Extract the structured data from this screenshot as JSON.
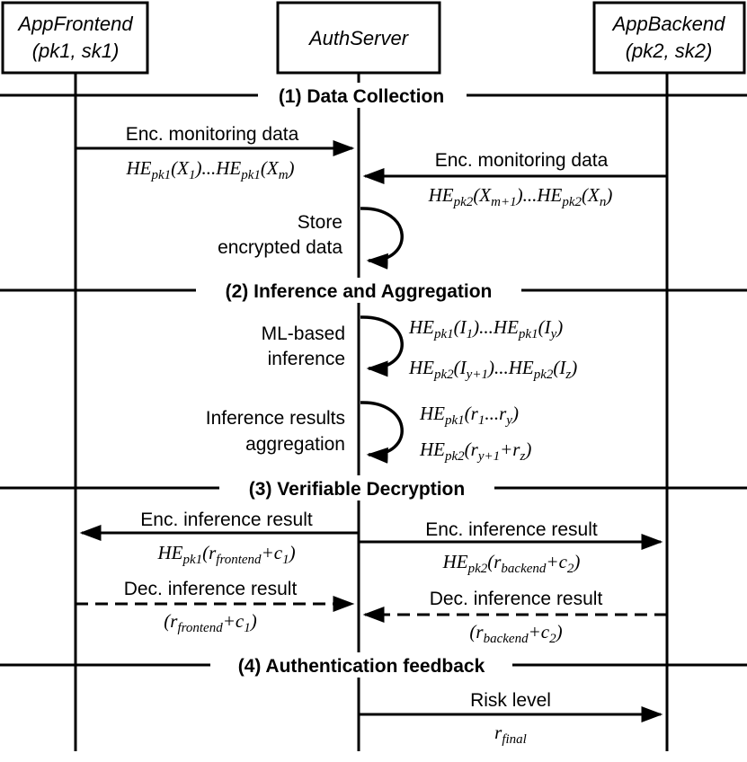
{
  "participants": {
    "frontend": {
      "name": "AppFrontend",
      "keys": "(pk1, sk1)"
    },
    "server": {
      "name": "AuthServer"
    },
    "backend": {
      "name": "AppBackend",
      "keys": "(pk2, sk2)"
    }
  },
  "phases": [
    {
      "label": "(1) Data Collection"
    },
    {
      "label": "(2) Inference and Aggregation"
    },
    {
      "label": "(3) Verifiable Decryption"
    },
    {
      "label": "(4) Authentication feedback"
    }
  ],
  "messages": {
    "m1": {
      "label": "Enc. monitoring data"
    },
    "m2": {
      "label": "Enc. monitoring data"
    },
    "store": {
      "line1": "Store",
      "line2": "encrypted data"
    },
    "ml": {
      "line1": "ML-based",
      "line2": "inference"
    },
    "agg": {
      "line1": "Inference results",
      "line2": "aggregation"
    },
    "m3": {
      "label": "Enc. inference result"
    },
    "m4": {
      "label": "Enc. inference result"
    },
    "m5": {
      "label": "Dec. inference result"
    },
    "m6": {
      "label": "Dec. inference result"
    },
    "m7": {
      "label": "Risk level"
    }
  },
  "formulas": {
    "f1": {
      "a": "HE",
      "b": "pk1",
      "c": "(X",
      "d": "1",
      "e": ")...HE",
      "f": "pk1",
      "g": "(X",
      "h": "m",
      "i": ")"
    },
    "f2": {
      "a": "HE",
      "b": "pk2",
      "c": "(X",
      "d": "m+1",
      "e": ")...HE",
      "f": "pk2",
      "g": "(X",
      "h": "n",
      "i": ")"
    },
    "f3": {
      "a": "HE",
      "b": "pk1",
      "c": "(I",
      "d": "1",
      "e": ")...HE",
      "f": "pk1",
      "g": "(I",
      "h": "y",
      "i": ")"
    },
    "f4": {
      "a": "HE",
      "b": "pk2",
      "c": "(I",
      "d": "y+1",
      "e": ")...HE",
      "f": "pk2",
      "g": "(I",
      "h": "z",
      "i": ")"
    },
    "f5": {
      "a": "HE",
      "b": "pk1",
      "c": "(r",
      "d": "1",
      "e": "...r",
      "f": "y",
      "g": ")"
    },
    "f6": {
      "a": "HE",
      "b": "pk2",
      "c": "(r",
      "d": "y+1",
      "e": "+r",
      "f": "z",
      "g": ")"
    },
    "f7": {
      "a": "HE",
      "b": "pk1",
      "c": "(r",
      "d": "frontend",
      "e": "+c",
      "f": "1",
      "g": ")"
    },
    "f8": {
      "a": "HE",
      "b": "pk2",
      "c": "(r",
      "d": "backend",
      "e": "+c",
      "f": "2",
      "g": ")"
    },
    "f9": {
      "a": "(r",
      "b": "frontend",
      "c": "+c",
      "d": "1",
      "e": ")"
    },
    "f10": {
      "a": "(r",
      "b": "backend",
      "c": "+c",
      "d": "2",
      "e": ")"
    },
    "f11": {
      "a": "r",
      "b": "final"
    }
  }
}
